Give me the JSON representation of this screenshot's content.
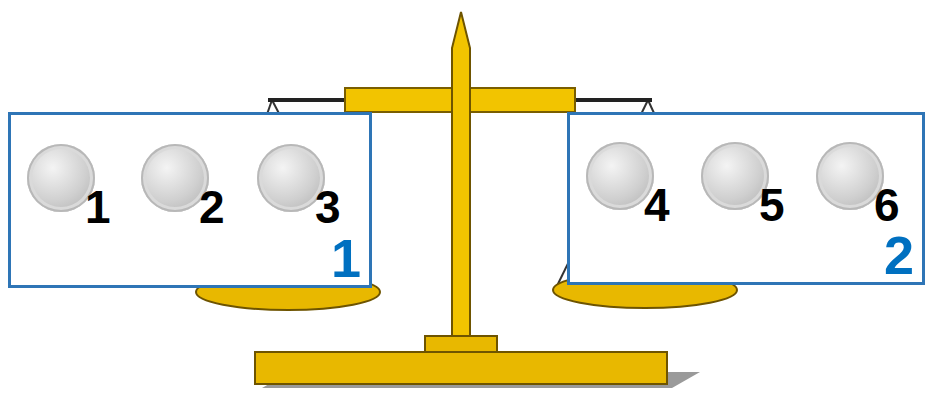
{
  "diagram": {
    "nodes": [
      {
        "text": [
          "1"
        ]
      },
      {
        "text": [
          "1"
        ],
        "in": 0
      },
      {
        "text": [
          "2"
        ],
        "in": 0
      },
      {
        "text": [
          "3"
        ],
        "in": 0
      },
      {
        "text": [
          "2"
        ]
      },
      {
        "text": [
          "4"
        ],
        "in": 4
      },
      {
        "text": [
          "5"
        ],
        "in": 4
      },
      {
        "text": [
          "6"
        ],
        "in": 4
      }
    ]
  }
}
